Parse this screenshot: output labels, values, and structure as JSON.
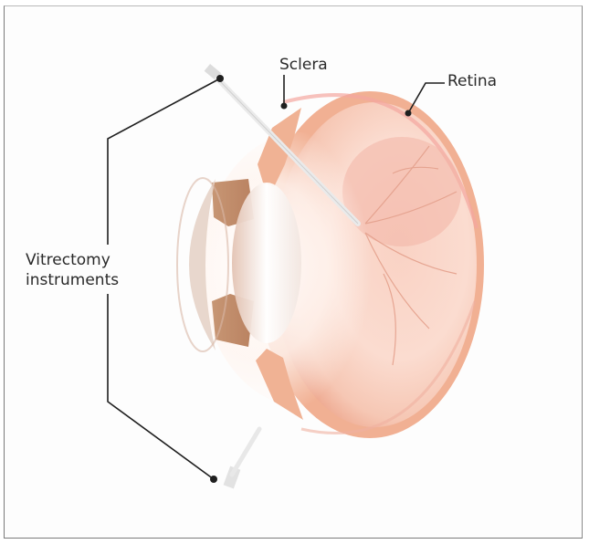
{
  "labels": {
    "sclera": "Sclera",
    "retina": "Retina",
    "vitrectomy_line1": "Vitrectomy",
    "vitrectomy_line2": "instruments"
  },
  "colors": {
    "sclera_tissue": "#f2b394",
    "retina_inner": "#fbd6c8",
    "leader_line": "#1f1f1f",
    "frame_border": "#7a7a7a"
  }
}
